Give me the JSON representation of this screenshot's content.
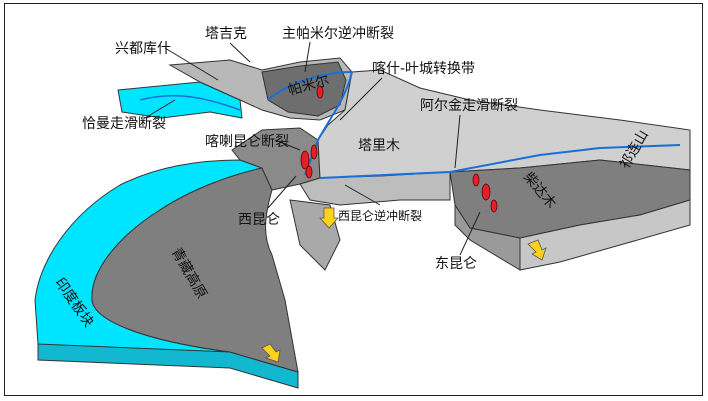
{
  "labels": {
    "tajike": "塔吉克",
    "xingdukushi": "兴都库什",
    "zhupamier_fault": "主帕米尔逆冲断裂",
    "pamier": "帕米尔",
    "kashi_yecheng": "喀什-叶城转换带",
    "qiaman": "恰曼走滑断裂",
    "altun": "阿尔金走滑断裂",
    "kalakunlun": "喀喇昆仑断裂",
    "talimu": "塔里木",
    "qilian": "祁连山",
    "chaidamu": "柴达木",
    "xikunlun": "西昆仑",
    "xikunlun_fault": "西昆仑逆冲断裂",
    "dongkunlun": "东昆仑",
    "qingzang": "青藏高原",
    "india": "印度板块"
  },
  "colors": {
    "plate_blue": "#00e5ff",
    "dark_block": "#7f7f7f",
    "light_block": "#cfcfcf",
    "fault_line": "#1a6fd8",
    "magma": "#e0202a",
    "arrow": "#ffd21a"
  }
}
